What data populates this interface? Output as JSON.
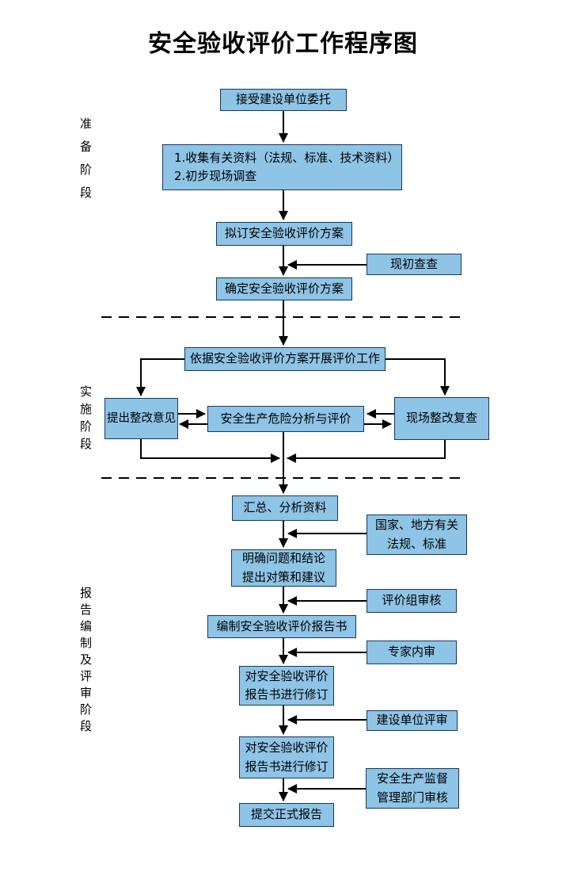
{
  "title": "安全验收评价工作程序图",
  "phases": [
    "准备阶段",
    "实施阶段",
    "报告编制及评审阶段"
  ],
  "flow": {
    "accept": {
      "label": "接受建设单位委托"
    },
    "collect": {
      "lines": [
        "1.收集有关资料（法规、标准、技术资料）",
        "2.初步现场调查"
      ]
    },
    "draft_plan": {
      "label": "拟订安全验收评价方案"
    },
    "initial_check": {
      "label": "现初查查"
    },
    "confirm_plan": {
      "label": "确定安全验收评价方案"
    },
    "carry_out": {
      "label": "依据安全验收评价方案开展评价工作"
    },
    "suggest": {
      "label": "提出整改意见"
    },
    "analysis": {
      "label": "安全生产危险分析与评价"
    },
    "recheck": {
      "label": "现场整改复查"
    },
    "summarize": {
      "label": "汇总、分析资料"
    },
    "laws": {
      "lines": [
        "国家、地方有关",
        "法规、标准"
      ]
    },
    "clarify": {
      "lines": [
        "明确问题和结论",
        "提出对策和建议"
      ]
    },
    "review_group": {
      "label": "评价组审核"
    },
    "compile": {
      "label": "编制安全验收评价报告书"
    },
    "expert_review": {
      "label": "专家内审"
    },
    "revise1": {
      "lines": [
        "对安全验收评价",
        "报告书进行修订"
      ]
    },
    "client_review": {
      "label": "建设单位评审"
    },
    "revise2": {
      "lines": [
        "对安全验收评价",
        "报告书进行修订"
      ]
    },
    "supervision": {
      "lines": [
        "安全生产监督",
        "管理部门审核"
      ]
    },
    "submit": {
      "label": "提交正式报告"
    }
  },
  "colors": {
    "box_fill": "#8EC4E6",
    "box_border": "#17375E",
    "line": "#000000",
    "text": "#000000"
  }
}
